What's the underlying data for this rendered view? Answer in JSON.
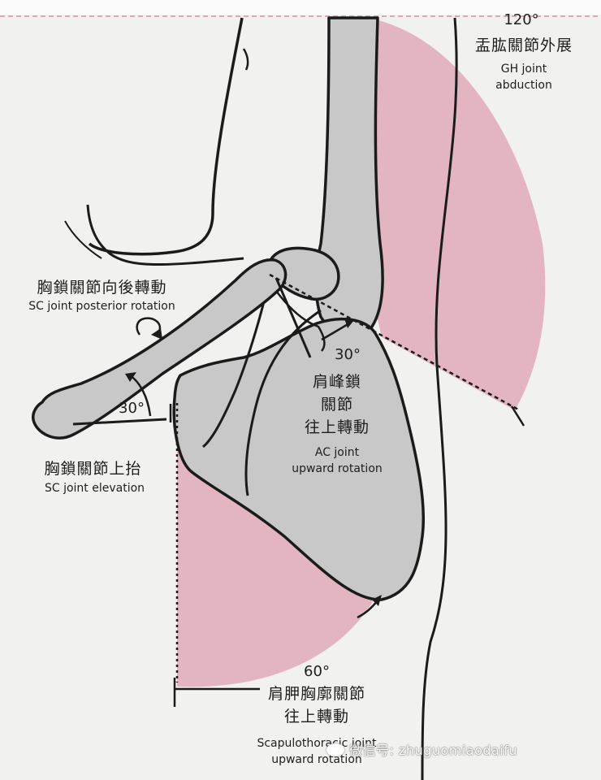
{
  "labels": {
    "gh": {
      "degree": "120°",
      "zh": "盂肱關節外展",
      "en1": "GH joint",
      "en2": "abduction"
    },
    "sc_post": {
      "zh": "胸鎖關節向後轉動",
      "en": "SC joint posterior rotation"
    },
    "sc_elev": {
      "degree": "30°",
      "zh": "胸鎖關節上抬",
      "en": "SC joint elevation"
    },
    "ac": {
      "degree": "30°",
      "zh1": "肩峰鎖",
      "zh2": "關節",
      "zh3": "往上轉動",
      "en1": "AC joint",
      "en2": "upward rotation"
    },
    "st": {
      "degree": "60°",
      "zh1": "肩胛胸廓關節",
      "zh2": "往上轉動",
      "en1": "Scapulothoracic joint",
      "en2": "upward rotation"
    }
  },
  "watermark": {
    "text": "微信号: zhuguomiaodaifu"
  },
  "colors": {
    "background": "#f1f1ef",
    "bone": "#c8c8c8",
    "outline": "#1b1b1b",
    "arc_fill": "#e3b5c0"
  }
}
